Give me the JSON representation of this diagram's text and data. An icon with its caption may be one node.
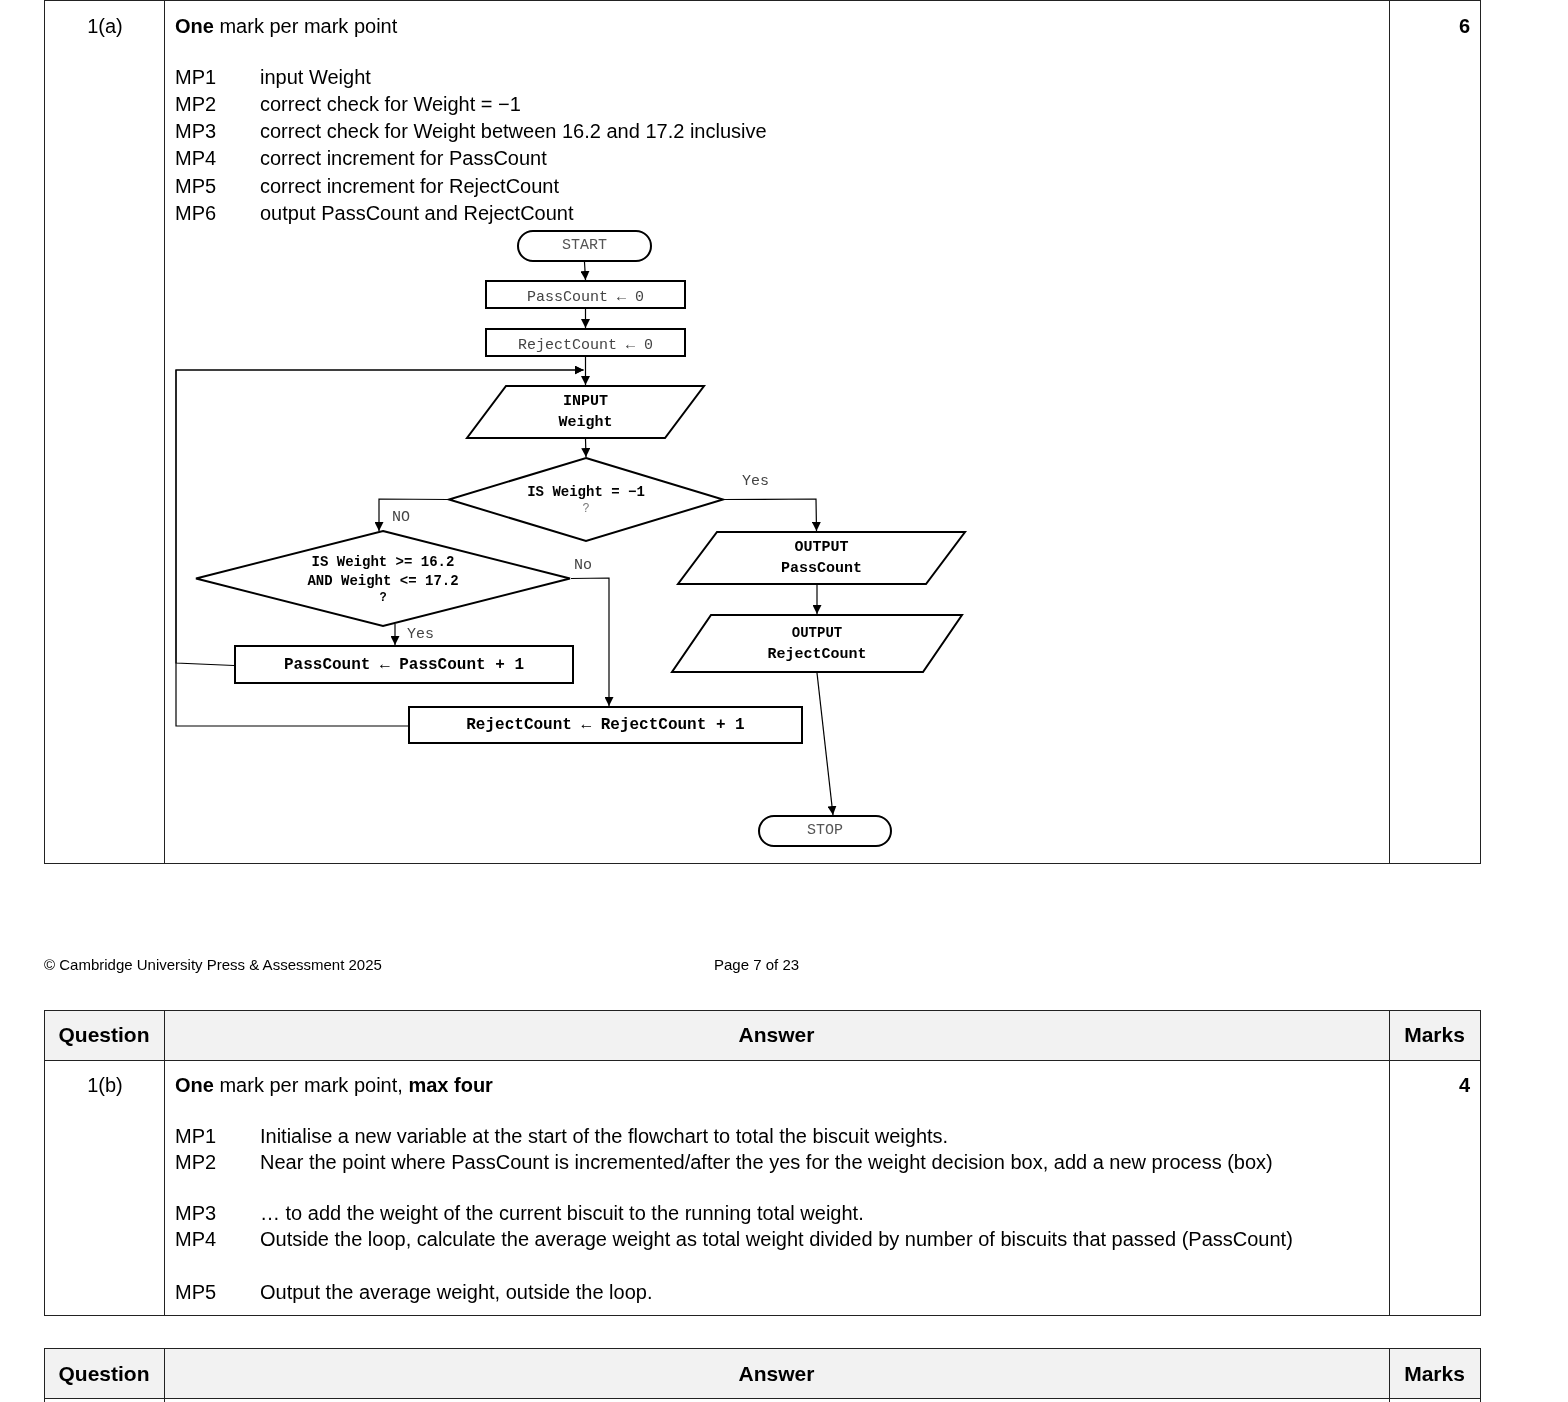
{
  "diagram": {
    "nodes": [
      {
        "text": [
          "START"
        ]
      },
      {
        "text": [
          "PassCount ← 0"
        ]
      },
      {
        "text": [
          "RejectCount ← 0"
        ]
      },
      {
        "text": [
          "INPUT",
          "Weight"
        ]
      },
      {
        "text": [
          "IS Weight = −1",
          "?"
        ]
      },
      {
        "text": [
          "IS Weight >= 16.2 AND Weight <= 17.2",
          "?"
        ]
      },
      {
        "text": [
          "OUTPUT",
          "PassCount"
        ]
      },
      {
        "text": [
          "OUTPUT",
          "RejectCount"
        ]
      },
      {
        "text": [
          "PassCount ← PassCount + 1"
        ]
      },
      {
        "text": [
          "RejectCount ← RejectCount + 1"
        ]
      },
      {
        "text": [
          "STOP"
        ]
      }
    ],
    "edges": [
      {
        "from": 0,
        "to": 1,
        "arrow": "to"
      },
      {
        "from": 1,
        "to": 2,
        "arrow": "to"
      },
      {
        "from": 2,
        "to": 3,
        "arrow": "to"
      },
      {
        "from": 3,
        "to": 4,
        "arrow": "to"
      },
      {
        "from": 4,
        "to": 5,
        "arrow": "to",
        "label": "NO"
      },
      {
        "from": 4,
        "to": 6,
        "arrow": "to",
        "label": "Yes"
      },
      {
        "from": 5,
        "to": 8,
        "arrow": "to",
        "label": "Yes"
      },
      {
        "from": 5,
        "to": 9,
        "arrow": "to",
        "label": "No"
      },
      {
        "from": 6,
        "to": 7,
        "arrow": "to"
      },
      {
        "from": 7,
        "to": 10,
        "arrow": "to"
      },
      {
        "from": 8,
        "to": 3,
        "arrow": "to"
      },
      {
        "from": 9,
        "to": 3,
        "arrow": "to"
      }
    ],
    "labels": [
      "1(a)",
      "**One** mark per mark point",
      "6",
      "MP1",
      "input Weight",
      "MP2",
      "correct check for Weight = −1",
      "MP3",
      "correct check for Weight between 16.2 and 17.2 inclusive",
      "MP4",
      "correct increment for PassCount",
      "MP5",
      "correct increment for RejectCount",
      "MP6",
      "output PassCount and RejectCount",
      "© Cambridge University Press & Assessment 2025",
      "Page 7 of 23",
      "Question",
      "Answer",
      "Marks",
      "1(b)",
      "**One** mark per mark point, **max four**",
      "4",
      "MP1",
      "Initialise a new variable at the start of the flowchart to total the biscuit weights.",
      "MP2",
      "Near the point where PassCount is incremented/after the yes for the weight decision box, add a new process (box)",
      "MP3",
      "… to add the weight of the current biscuit to the running total weight.",
      "MP4",
      "Outside the loop, calculate the average weight as total weight divided by number of biscuits that passed (PassCount)",
      "MP5",
      "Output the average weight, outside the loop.",
      "Question",
      "Answer",
      "Marks"
    ]
  }
}
